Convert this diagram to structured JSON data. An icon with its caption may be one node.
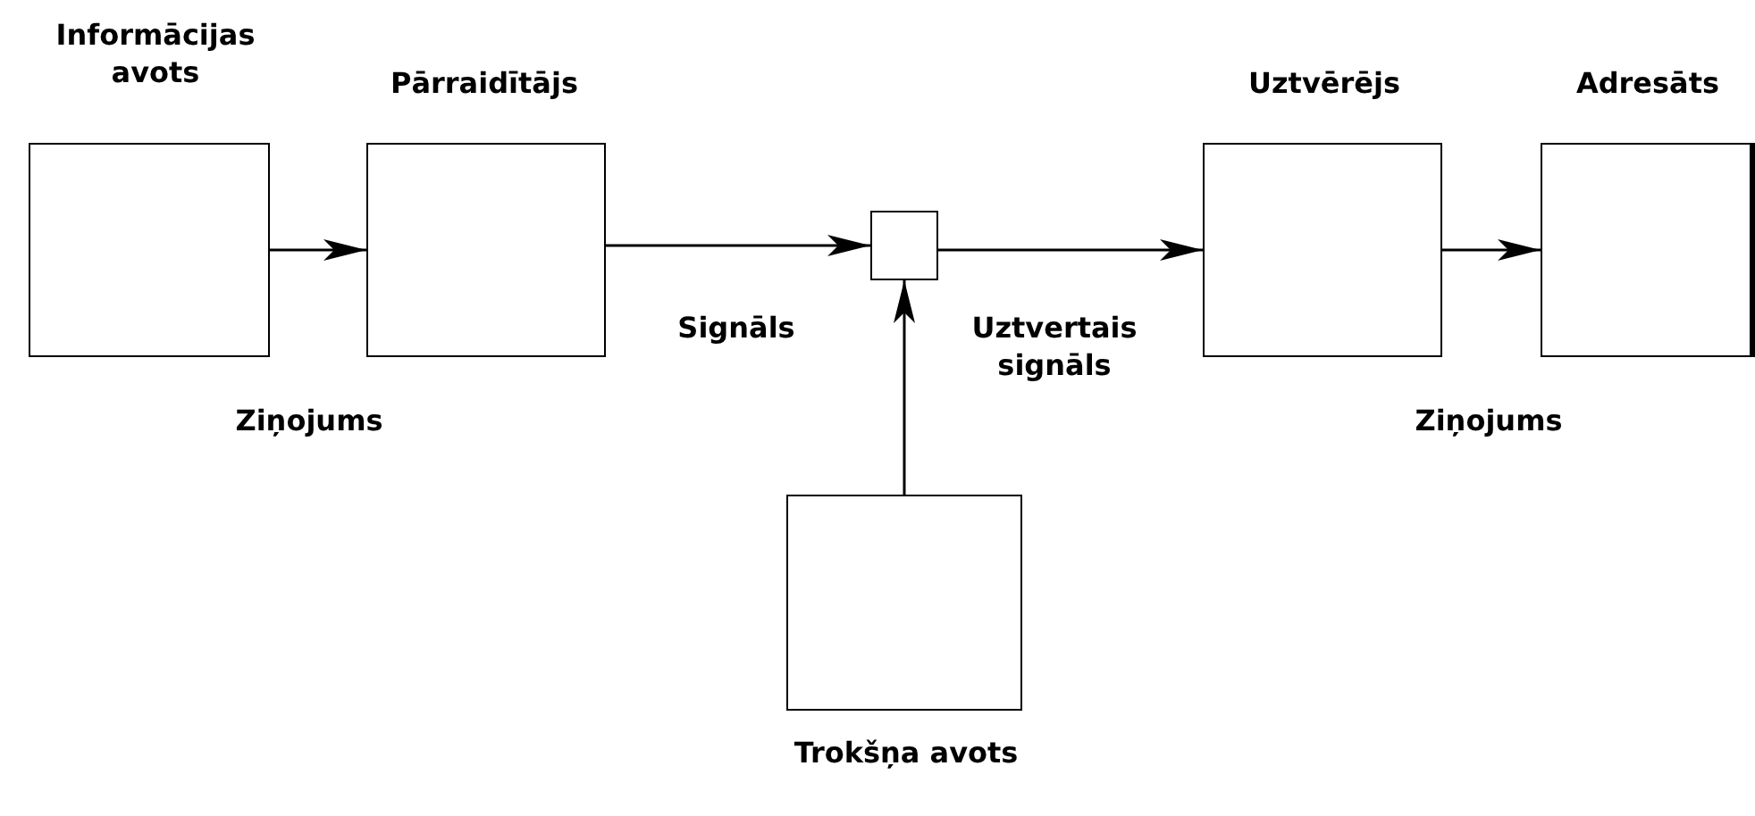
{
  "diagram": {
    "nodes": [
      {
        "text": [
          "Informācijas avots"
        ]
      },
      {
        "text": [
          "Pārraidītājs"
        ]
      },
      {
        "text": [],
        "shape": "box"
      },
      {
        "text": [
          "Uztvērējs"
        ]
      },
      {
        "text": [
          "Adresāts"
        ]
      },
      {
        "text": [
          "Trokšņa avots"
        ]
      }
    ],
    "edges": [
      {
        "from": 0,
        "to": 1,
        "arrow": "to"
      },
      {
        "from": 1,
        "to": 2,
        "arrow": "to"
      },
      {
        "from": 2,
        "to": 3,
        "arrow": "to"
      },
      {
        "from": 3,
        "to": 4,
        "arrow": "to"
      },
      {
        "from": 5,
        "to": 2,
        "arrow": "to"
      }
    ],
    "labels": [
      "Signāls",
      "Uztvertais signāls",
      "Ziņojums",
      "Ziņojums"
    ]
  }
}
